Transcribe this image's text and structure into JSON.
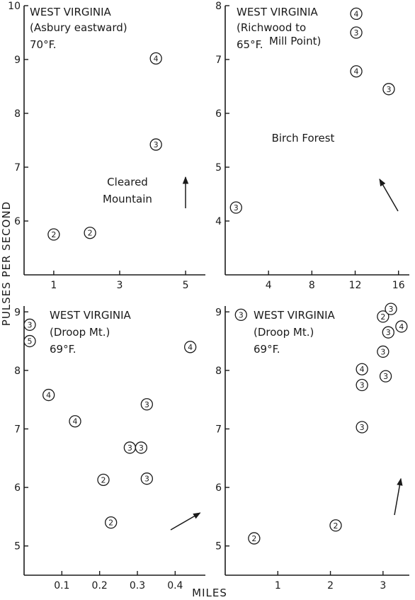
{
  "figure": {
    "ylabel": "PULSES PER SECOND",
    "xlabel": "MILES"
  },
  "chart_data": [
    {
      "type": "scatter",
      "text_lines": [
        "WEST VIRGINIA",
        "(Asbury eastward)",
        "70°F."
      ],
      "annotation": [
        "Cleared",
        "Mountain"
      ],
      "xlim": [
        0.1,
        5.6
      ],
      "ylim": [
        5.0,
        10.0
      ],
      "xticks": [
        1,
        3,
        5
      ],
      "xtick_labels": [
        "1",
        "3",
        "5"
      ],
      "yticks": [
        6,
        7,
        8,
        9,
        10
      ],
      "ytick_labels": [
        "6",
        "7",
        "8",
        "9",
        "10"
      ],
      "points": [
        {
          "x": 1.0,
          "y": 5.75,
          "label": "2"
        },
        {
          "x": 2.1,
          "y": 5.78,
          "label": "2"
        },
        {
          "x": 4.1,
          "y": 7.42,
          "label": "3"
        },
        {
          "x": 4.1,
          "y": 9.02,
          "label": "4"
        }
      ],
      "arrow": {
        "direction_deg": 90
      }
    },
    {
      "type": "scatter",
      "text_lines": [
        "WEST VIRGINIA",
        "(Richwood to",
        "65°F.",
        "Mill Point)"
      ],
      "annotation": [
        "Birch Forest"
      ],
      "xlim": [
        0,
        17
      ],
      "ylim": [
        3,
        8
      ],
      "xticks": [
        4,
        8,
        12,
        16
      ],
      "xtick_labels": [
        "4",
        "8",
        "12",
        "16"
      ],
      "yticks": [
        4,
        5,
        6,
        7,
        8
      ],
      "ytick_labels": [
        "4",
        "5",
        "6",
        "7",
        "8"
      ],
      "points": [
        {
          "x": 1.0,
          "y": 4.25,
          "label": "3"
        },
        {
          "x": 12.1,
          "y": 6.78,
          "label": "4"
        },
        {
          "x": 12.1,
          "y": 7.5,
          "label": "3"
        },
        {
          "x": 12.1,
          "y": 7.85,
          "label": "4"
        },
        {
          "x": 15.1,
          "y": 6.45,
          "label": "3"
        }
      ],
      "arrow": {
        "direction_deg": 120
      }
    },
    {
      "type": "scatter",
      "text_lines": [
        "WEST VIRGINIA",
        "(Droop Mt.)",
        "69°F."
      ],
      "annotation": [],
      "xlim": [
        0.0,
        0.48
      ],
      "ylim": [
        4.5,
        9.1
      ],
      "xticks": [
        0.1,
        0.2,
        0.3,
        0.4
      ],
      "xtick_labels": [
        "0.1",
        "0.2",
        "0.3",
        "0.4"
      ],
      "yticks": [
        5,
        6,
        7,
        8,
        9
      ],
      "ytick_labels": [
        "5",
        "6",
        "7",
        "8",
        "9"
      ],
      "points": [
        {
          "x": 0.015,
          "y": 8.78,
          "label": "3"
        },
        {
          "x": 0.015,
          "y": 8.5,
          "label": "5"
        },
        {
          "x": 0.065,
          "y": 7.58,
          "label": "4"
        },
        {
          "x": 0.135,
          "y": 7.13,
          "label": "4"
        },
        {
          "x": 0.21,
          "y": 6.13,
          "label": "2"
        },
        {
          "x": 0.23,
          "y": 5.4,
          "label": "2"
        },
        {
          "x": 0.28,
          "y": 6.68,
          "label": "3"
        },
        {
          "x": 0.31,
          "y": 6.68,
          "label": "3"
        },
        {
          "x": 0.325,
          "y": 7.42,
          "label": "3"
        },
        {
          "x": 0.325,
          "y": 6.15,
          "label": "3"
        },
        {
          "x": 0.44,
          "y": 8.4,
          "label": "4"
        }
      ],
      "arrow": {
        "direction_deg": 30
      }
    },
    {
      "type": "scatter",
      "text_lines": [
        "WEST VIRGINIA",
        "(Droop Mt.)",
        "69°F."
      ],
      "annotation": [],
      "xlim": [
        0,
        3.5
      ],
      "ylim": [
        4.5,
        9.1
      ],
      "xticks": [
        1,
        2,
        3
      ],
      "xtick_labels": [
        "1",
        "2",
        "3"
      ],
      "yticks": [
        5,
        6,
        7,
        8,
        9
      ],
      "ytick_labels": [
        "5",
        "6",
        "7",
        "8",
        "9"
      ],
      "points": [
        {
          "x": 0.3,
          "y": 8.95,
          "label": "3"
        },
        {
          "x": 0.55,
          "y": 5.13,
          "label": "2"
        },
        {
          "x": 2.1,
          "y": 5.35,
          "label": "2"
        },
        {
          "x": 2.6,
          "y": 8.02,
          "label": "4"
        },
        {
          "x": 2.6,
          "y": 7.75,
          "label": "3"
        },
        {
          "x": 2.6,
          "y": 7.03,
          "label": "3"
        },
        {
          "x": 3.0,
          "y": 8.92,
          "label": "2"
        },
        {
          "x": 3.15,
          "y": 9.05,
          "label": "3"
        },
        {
          "x": 3.1,
          "y": 8.65,
          "label": "3"
        },
        {
          "x": 3.35,
          "y": 8.75,
          "label": "4"
        },
        {
          "x": 3.0,
          "y": 8.32,
          "label": "3"
        },
        {
          "x": 3.05,
          "y": 7.9,
          "label": "3"
        }
      ],
      "arrow": {
        "direction_deg": 80
      }
    }
  ]
}
